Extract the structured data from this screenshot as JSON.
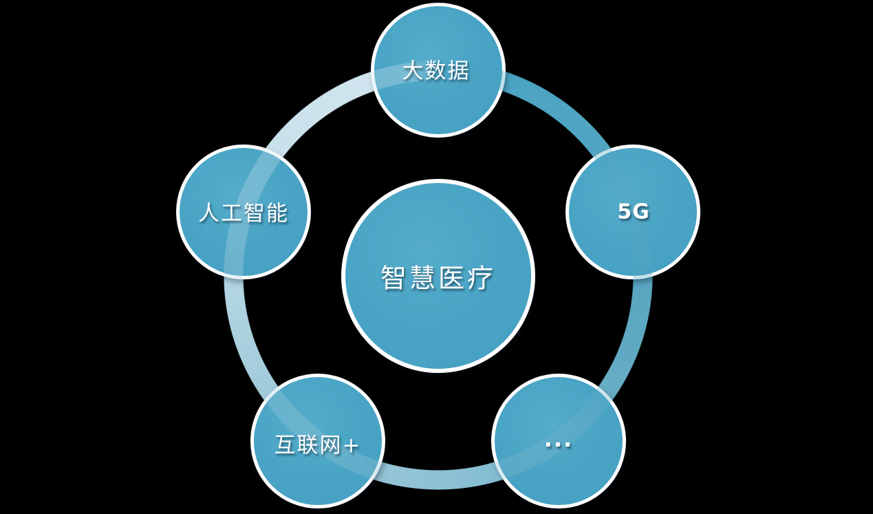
{
  "diagram": {
    "type": "radial-cycle",
    "background_color": "#000000",
    "center": {
      "label": "智慧医疗"
    },
    "nodes": [
      {
        "id": "big-data",
        "label": "大数据",
        "position": "top"
      },
      {
        "id": "ai",
        "label": "人工智能",
        "position": "left"
      },
      {
        "id": "5g",
        "label": "5G",
        "position": "right"
      },
      {
        "id": "internet-plus",
        "label": "互联网+",
        "position": "bottom-left"
      },
      {
        "id": "ellipsis",
        "label": "...",
        "position": "bottom-right"
      }
    ],
    "colors": {
      "node_fill": "#48A3C4",
      "node_border": "#FFFFFF",
      "ring_dark": "#48A3C4",
      "ring_mid": "#8FC2D5",
      "ring_light": "#C7E0EA",
      "label_text": "#FFFFFF"
    }
  }
}
